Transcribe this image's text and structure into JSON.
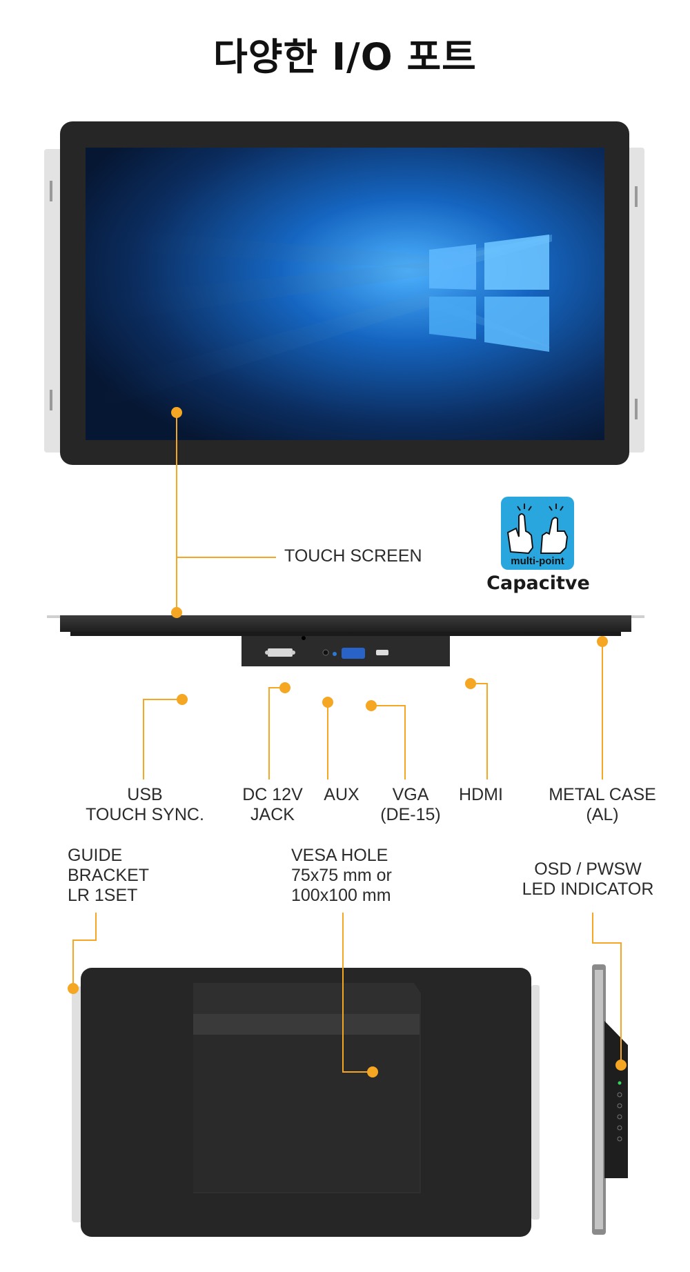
{
  "title": "다양한 I/O 포트",
  "labels": {
    "touch_screen": "TOUCH SCREEN",
    "usb": [
      "USB",
      "TOUCH SYNC."
    ],
    "dc": [
      "DC 12V",
      "JACK"
    ],
    "aux": "AUX",
    "vga": [
      "VGA",
      "(DE-15)"
    ],
    "hdmi": "HDMI",
    "metal_case": [
      "METAL CASE",
      "(AL)"
    ],
    "guide": [
      "GUIDE",
      "BRACKET",
      "LR 1SET"
    ],
    "vesa": [
      "VESA HOLE",
      "75x75 mm or",
      "100x100 mm"
    ],
    "osd": [
      "OSD / PWSW",
      "LED INDICATOR"
    ]
  },
  "badge": {
    "text": "multi-point",
    "caption": "Capacitve",
    "icon": "multi-touch-hands-icon"
  },
  "colors": {
    "accent": "#f5a623",
    "badge": "#2aa6df",
    "bezel": "#2a2a2a"
  }
}
